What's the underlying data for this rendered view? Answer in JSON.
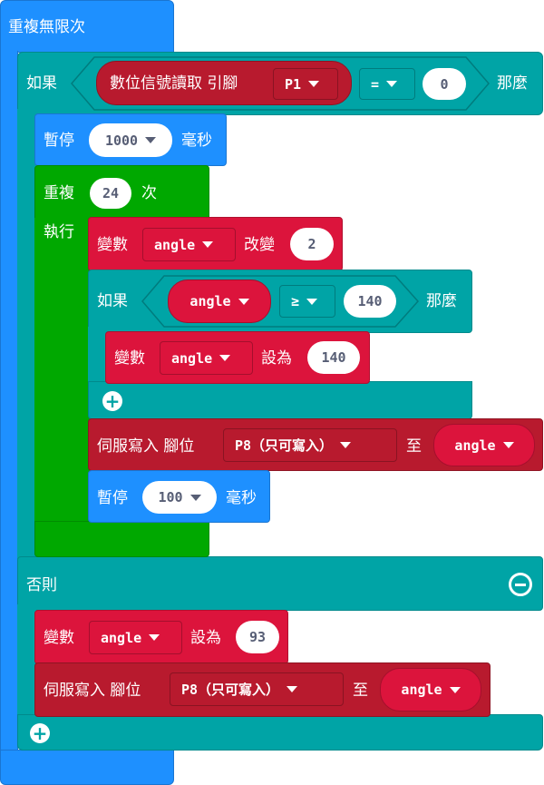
{
  "forever": {
    "label": "重複無限次"
  },
  "if_main": {
    "if_label": "如果",
    "then_label": "那麼",
    "read_label": "數位信號讀取 引腳",
    "pin": "P1",
    "operator": "=",
    "value": "0",
    "else_label": "否則"
  },
  "pause1": {
    "label": "暫停",
    "value": "1000",
    "unit": "毫秒"
  },
  "repeat": {
    "label": "重複",
    "count": "24",
    "times_label": "次",
    "do_label": "執行"
  },
  "change_var": {
    "label": "變數",
    "var": "angle",
    "action": "改變",
    "value": "2"
  },
  "if_inner": {
    "if_label": "如果",
    "then_label": "那麼",
    "var": "angle",
    "operator": "≥",
    "value": "140"
  },
  "set_inner": {
    "label": "變數",
    "var": "angle",
    "action": "設為",
    "value": "140"
  },
  "servo1": {
    "label": "伺服寫入 腳位",
    "pin": "P8（只可寫入）",
    "to_label": "至",
    "var": "angle"
  },
  "pause2": {
    "label": "暫停",
    "value": "100",
    "unit": "毫秒"
  },
  "set_else": {
    "label": "變數",
    "var": "angle",
    "action": "設為",
    "value": "93"
  },
  "servo2": {
    "label": "伺服寫入 腳位",
    "pin": "P8（只可寫入）",
    "to_label": "至",
    "var": "angle"
  },
  "colors": {
    "basic": "#1e90ff",
    "logic": "#00a4a6",
    "loops": "#00a800",
    "variables": "#dc143c",
    "pins": "#b81a2e"
  }
}
